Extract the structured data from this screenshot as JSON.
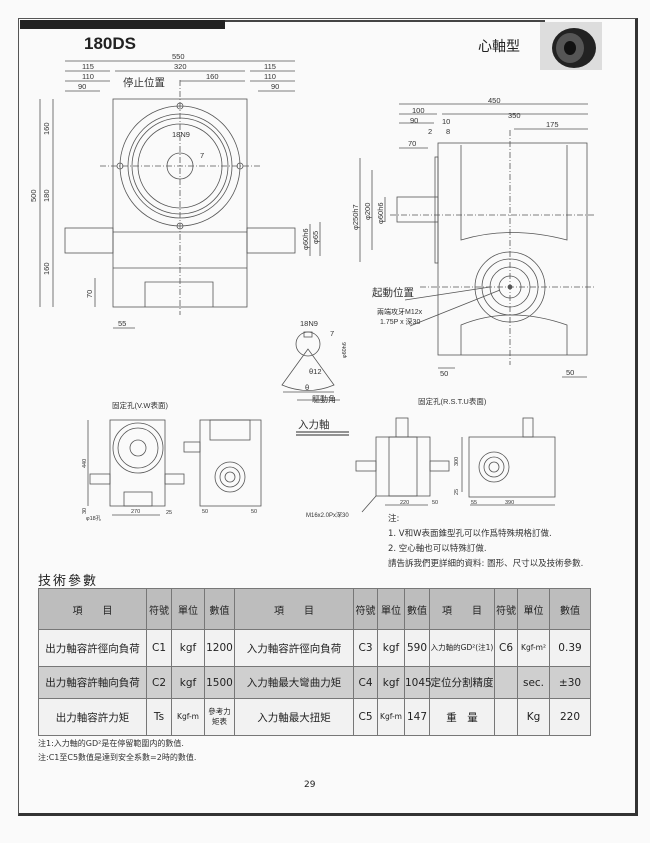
{
  "header": {
    "model": "180DS",
    "type": "心軸型"
  },
  "drawing_front": {
    "dims_top": [
      "550",
      "115",
      "320",
      "115",
      "110",
      "110",
      "90",
      "90",
      "160"
    ],
    "label_stop": "停止位置",
    "key": "18N9",
    "key_depth": "7",
    "dims_left": [
      "500",
      "160",
      "180",
      "160",
      "70"
    ],
    "dims_right": [
      "φ60h6",
      "φ65"
    ],
    "dim_bottom": "55"
  },
  "drawing_side": {
    "dims_top": [
      "450",
      "100",
      "350",
      "90",
      "10",
      "175",
      "2",
      "8",
      "70"
    ],
    "dims_left": [
      "φ250h7",
      "φ200",
      "φ60h6"
    ],
    "label_start": "起動位置",
    "tap_note": [
      "兩端攻牙M12x",
      "1.75P x 深30"
    ],
    "dims_bottom": [
      "50",
      "50"
    ]
  },
  "keyway": {
    "key": "18N9",
    "depth": "7",
    "dia": "φ60h6",
    "theta12": "θ12",
    "theta": "θ",
    "angle_label": "驅動角"
  },
  "input_shaft": "入力軸",
  "mount_vw": {
    "title": "固定孔(V.W表面)",
    "dims": [
      "440",
      "30",
      "270",
      "25",
      "50",
      "50"
    ],
    "hole": "φ18孔"
  },
  "mount_rstu": {
    "title": "固定孔(R.S.T.U表面)",
    "dims": [
      "220",
      "50",
      "300",
      "25",
      "55",
      "390"
    ],
    "tap": "M16x2.0Px深30"
  },
  "notes": {
    "title": "注:",
    "items": [
      "1. V和W表面錐型孔可以作爲特殊規格訂做.",
      "2. 空心軸也可以特殊訂做.",
      "請告訴我們更詳細的資料: 圖形、尺寸以及技術參數."
    ]
  },
  "spec": {
    "title": "技術參數",
    "headers": {
      "item": "項　　目",
      "symbol": "符號",
      "unit": "單位",
      "value": "數值"
    },
    "rows": [
      [
        "出力軸容許徑向負荷",
        "C1",
        "kgf",
        "1200",
        "入力軸容許徑向負荷",
        "C3",
        "kgf",
        "590",
        "入力軸的GD²(注1)",
        "C6",
        "Kgf-m²",
        "0.39"
      ],
      [
        "出力軸容許軸向負荷",
        "C2",
        "kgf",
        "1500",
        "入力軸最大彎曲力矩",
        "C4",
        "kgf",
        "1045",
        "定位分割精度",
        "",
        "sec.",
        "±30"
      ],
      [
        "出力軸容許力矩",
        "Ts",
        "Kgf-m",
        "參考力矩表",
        "入力軸最大扭矩",
        "C5",
        "Kgf-m",
        "147",
        "重　量",
        "",
        "Kg",
        "220"
      ]
    ],
    "footnotes": [
      "注1:入力軸的GD²是在停留範圍内的數值.",
      "注:C1至C5數值是達到安全系數=2時的數值."
    ]
  },
  "page_number": "29"
}
